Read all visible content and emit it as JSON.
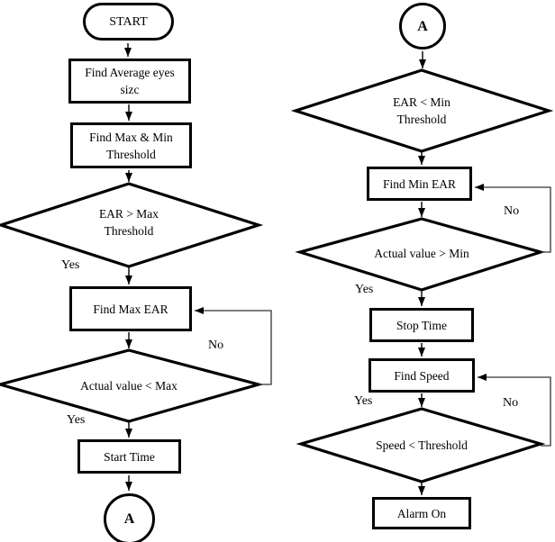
{
  "nodes": {
    "start": {
      "label": "START"
    },
    "find_avg": {
      "line1": "Find Average eyes",
      "line2": "sizc"
    },
    "find_max_min": {
      "line1": "Find Max & Min",
      "line2": "Threshold"
    },
    "ear_gt_max": {
      "line1": "EAR > Max",
      "line2": "Threshold"
    },
    "find_max_ear": {
      "label": "Find Max EAR"
    },
    "actual_lt_max": {
      "label": "Actual value < Max"
    },
    "start_time": {
      "label": "Start Time"
    },
    "connector_a_left": {
      "label": "A"
    },
    "connector_a_right": {
      "label": "A"
    },
    "ear_lt_min": {
      "line1": "EAR < Min",
      "line2": "Threshold"
    },
    "find_min_ear": {
      "label": "Find Min EAR"
    },
    "actual_gt_min": {
      "label": "Actual value > Min"
    },
    "stop_time": {
      "label": "Stop Time"
    },
    "find_speed": {
      "label": "Find Speed"
    },
    "speed_lt_threshold": {
      "label": "Speed < Threshold"
    },
    "alarm_on": {
      "label": "Alarm On"
    }
  },
  "edge_labels": {
    "ear_gt_max_yes": "Yes",
    "find_max_ear_no": "No",
    "actual_lt_max_yes": "Yes",
    "find_min_ear_no": "No",
    "actual_gt_min_yes": "Yes",
    "speed_lt_threshold_yes": "Yes",
    "speed_lt_threshold_no": "No"
  },
  "colors": {
    "stroke": "#000000",
    "background": "#ffffff"
  }
}
